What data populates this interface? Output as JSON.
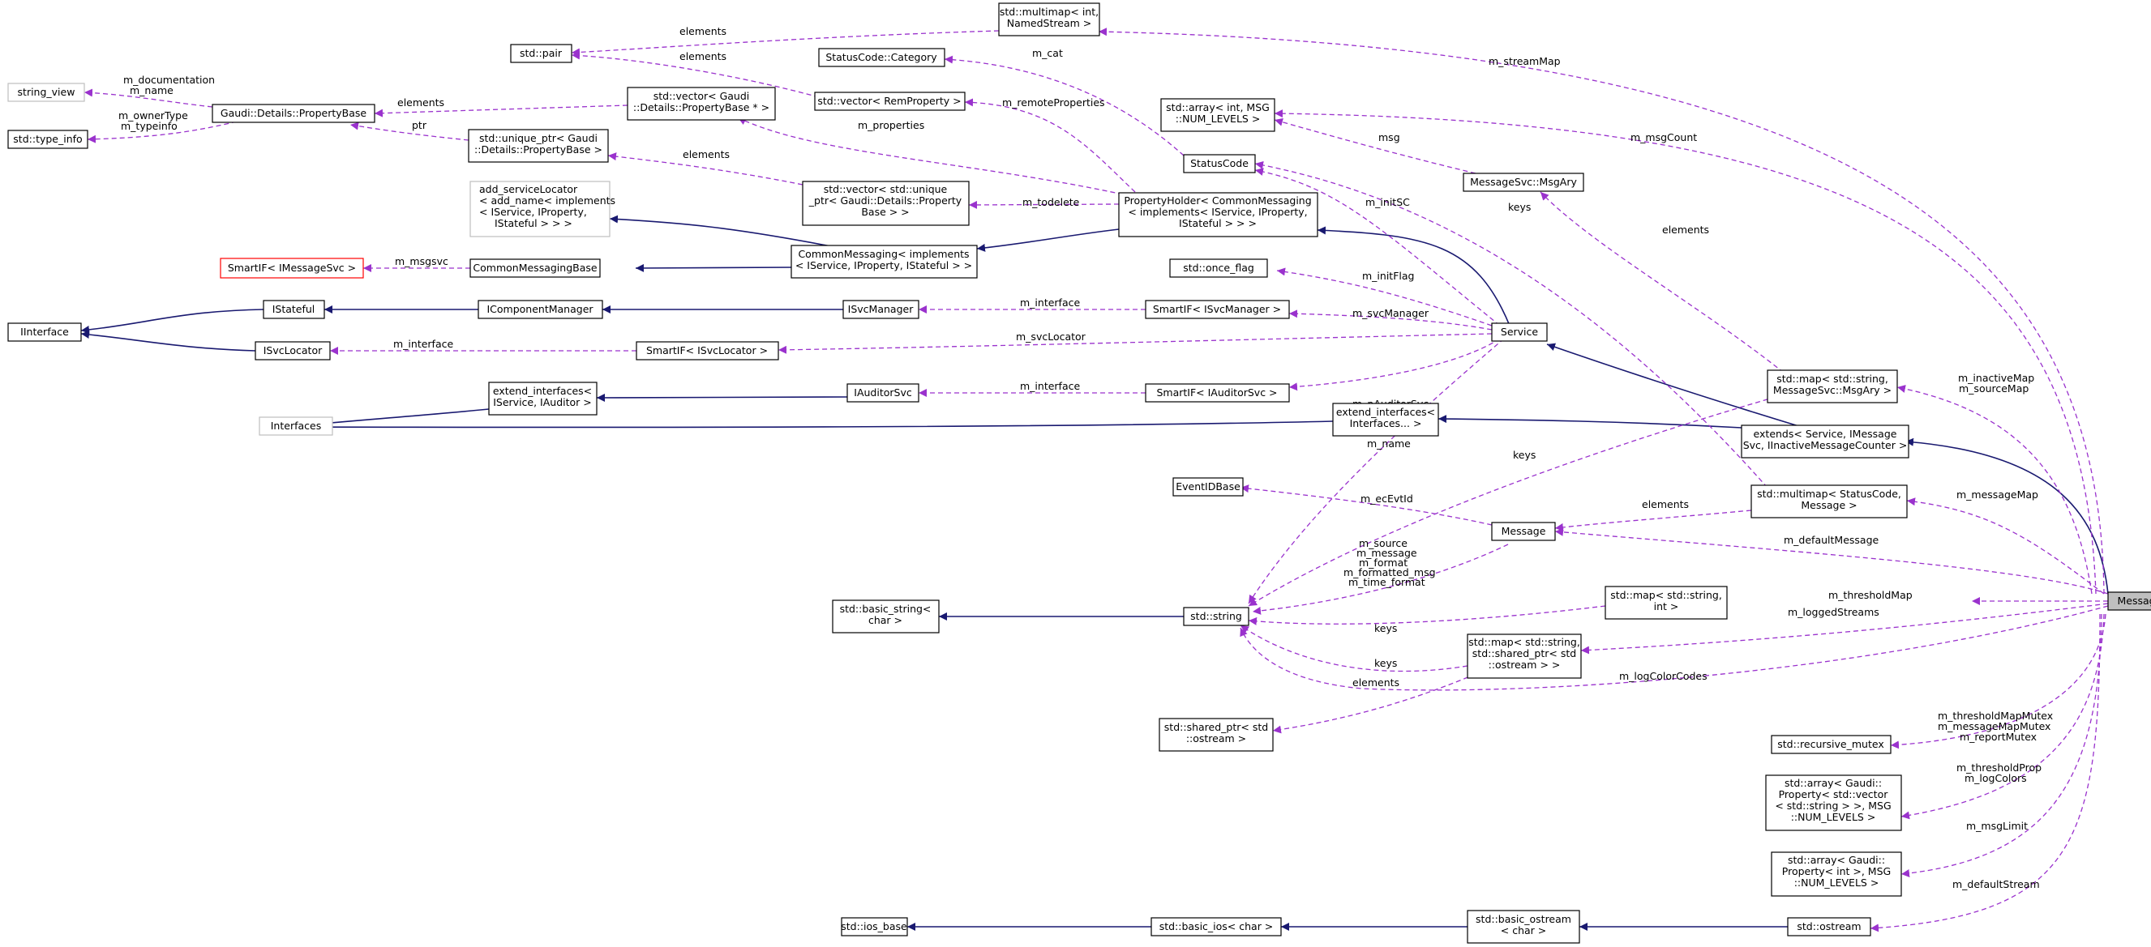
{
  "diagram": {
    "colors": {
      "inheritance": "#191970",
      "usage": "#9a32cd",
      "focus_fill": "#bfbfbf",
      "grey_border": "#bfbfbf",
      "red_border": "#ff0000"
    },
    "nodes": [
      {
        "id": "multimap_named",
        "lines": [
          "std::multimap< int,",
          "NamedStream >"
        ]
      },
      {
        "id": "pair",
        "lines": [
          "std::pair"
        ]
      },
      {
        "id": "statuscode_category",
        "lines": [
          "StatusCode::Category"
        ]
      },
      {
        "id": "string_view",
        "lines": [
          "string_view"
        ]
      },
      {
        "id": "propertybase",
        "lines": [
          "Gaudi::Details::PropertyBase"
        ]
      },
      {
        "id": "vector_propbase",
        "lines": [
          "std::vector< Gaudi",
          "::Details::PropertyBase * >"
        ]
      },
      {
        "id": "vector_remprop",
        "lines": [
          "std::vector< RemProperty >"
        ]
      },
      {
        "id": "array_msg",
        "lines": [
          "std::array< int, MSG",
          "::NUM_LEVELS >"
        ]
      },
      {
        "id": "type_info",
        "lines": [
          "std::type_info"
        ]
      },
      {
        "id": "unique_ptr_prop",
        "lines": [
          "std::unique_ptr< Gaudi",
          "::Details::PropertyBase >"
        ]
      },
      {
        "id": "statuscode",
        "lines": [
          "StatusCode"
        ]
      },
      {
        "id": "msgary",
        "lines": [
          "MessageSvc::MsgAry"
        ]
      },
      {
        "id": "add_servicelocator",
        "lines": [
          "add_serviceLocator",
          "< add_name< implements",
          "< IService, IProperty,",
          "IStateful > > >"
        ]
      },
      {
        "id": "vector_uniqueptr",
        "lines": [
          "std::vector< std::unique",
          "_ptr< Gaudi::Details::Property",
          "Base > >"
        ]
      },
      {
        "id": "propertyholder",
        "lines": [
          "PropertyHolder< CommonMessaging",
          "< implements< IService, IProperty,",
          "IStateful > > >"
        ]
      },
      {
        "id": "smartif_msgsvc",
        "lines": [
          "SmartIF< IMessageSvc >"
        ]
      },
      {
        "id": "commonmessagingbase",
        "lines": [
          "CommonMessagingBase"
        ]
      },
      {
        "id": "commonmessaging",
        "lines": [
          "CommonMessaging< implements",
          "< IService, IProperty, IStateful > >"
        ]
      },
      {
        "id": "once_flag",
        "lines": [
          "std::once_flag"
        ]
      },
      {
        "id": "iinterface",
        "lines": [
          "IInterface"
        ]
      },
      {
        "id": "istateful",
        "lines": [
          "IStateful"
        ]
      },
      {
        "id": "icomponentmanager",
        "lines": [
          "IComponentManager"
        ]
      },
      {
        "id": "isvcmanager",
        "lines": [
          "ISvcManager"
        ]
      },
      {
        "id": "smartif_svcmanager",
        "lines": [
          "SmartIF< ISvcManager >"
        ]
      },
      {
        "id": "isvclocator",
        "lines": [
          "ISvcLocator"
        ]
      },
      {
        "id": "smartif_svclocator",
        "lines": [
          "SmartIF< ISvcLocator >"
        ]
      },
      {
        "id": "service",
        "lines": [
          "Service"
        ]
      },
      {
        "id": "extend_iauditor",
        "lines": [
          "extend_interfaces<",
          "IService, IAuditor >"
        ]
      },
      {
        "id": "iauditorsvc",
        "lines": [
          "IAuditorSvc"
        ]
      },
      {
        "id": "smartif_auditorsvc",
        "lines": [
          "SmartIF< IAuditorSvc >"
        ]
      },
      {
        "id": "map_msgary",
        "lines": [
          "std::map< std::string,",
          "MessageSvc::MsgAry >"
        ]
      },
      {
        "id": "interfaces",
        "lines": [
          "Interfaces"
        ]
      },
      {
        "id": "extend_interfaces",
        "lines": [
          "extend_interfaces<",
          "Interfaces... >"
        ]
      },
      {
        "id": "extends",
        "lines": [
          "extends< Service, IMessage",
          "Svc, IInactiveMessageCounter >"
        ]
      },
      {
        "id": "eventidbase",
        "lines": [
          "EventIDBase"
        ]
      },
      {
        "id": "multimap_status",
        "lines": [
          "std::multimap< StatusCode,",
          "Message >"
        ]
      },
      {
        "id": "message",
        "lines": [
          "Message"
        ]
      },
      {
        "id": "messagesvc",
        "lines": [
          "MessageSvc"
        ]
      },
      {
        "id": "basic_string",
        "lines": [
          "std::basic_string<",
          "char >"
        ]
      },
      {
        "id": "string",
        "lines": [
          "std::string"
        ]
      },
      {
        "id": "map_int",
        "lines": [
          "std::map< std::string,",
          "int >"
        ]
      },
      {
        "id": "map_shared",
        "lines": [
          "std::map< std::string,",
          "std::shared_ptr< std",
          "::ostream > >"
        ]
      },
      {
        "id": "shared_ostream",
        "lines": [
          "std::shared_ptr< std",
          "::ostream >"
        ]
      },
      {
        "id": "recursive_mutex",
        "lines": [
          "std::recursive_mutex"
        ]
      },
      {
        "id": "array_prop_vec",
        "lines": [
          "std::array< Gaudi::",
          "Property< std::vector",
          "< std::string > >, MSG",
          "::NUM_LEVELS >"
        ]
      },
      {
        "id": "array_prop_int",
        "lines": [
          "std::array< Gaudi::",
          "Property< int >, MSG",
          "::NUM_LEVELS >"
        ]
      },
      {
        "id": "ios_base",
        "lines": [
          "std::ios_base"
        ]
      },
      {
        "id": "basic_ios",
        "lines": [
          "std::basic_ios< char >"
        ]
      },
      {
        "id": "basic_ostream",
        "lines": [
          "std::basic_ostream",
          "< char >"
        ]
      },
      {
        "id": "ostream",
        "lines": [
          "std::ostream"
        ]
      }
    ],
    "edge_labels": [
      {
        "id": "l_streammap",
        "lines": [
          "m_streamMap"
        ]
      },
      {
        "id": "l_elements1",
        "lines": [
          "elements"
        ]
      },
      {
        "id": "l_elements2",
        "lines": [
          "elements"
        ]
      },
      {
        "id": "l_mcat",
        "lines": [
          "m_cat"
        ]
      },
      {
        "id": "l_docname",
        "lines": [
          "m_documentation",
          "m_name"
        ]
      },
      {
        "id": "l_elements3",
        "lines": [
          "elements"
        ]
      },
      {
        "id": "l_remoteprops",
        "lines": [
          "m_remoteProperties"
        ]
      },
      {
        "id": "l_ownertype",
        "lines": [
          "m_ownerType",
          "m_typeinfo"
        ]
      },
      {
        "id": "l_ptr",
        "lines": [
          "ptr"
        ]
      },
      {
        "id": "l_properties",
        "lines": [
          "m_properties"
        ]
      },
      {
        "id": "l_msgcount",
        "lines": [
          "m_msgCount"
        ]
      },
      {
        "id": "l_msg",
        "lines": [
          "msg"
        ]
      },
      {
        "id": "l_elements4",
        "lines": [
          "elements"
        ]
      },
      {
        "id": "l_initsc",
        "lines": [
          "m_initSC"
        ]
      },
      {
        "id": "l_todelete",
        "lines": [
          "m_todelete"
        ]
      },
      {
        "id": "l_keys1",
        "lines": [
          "keys"
        ]
      },
      {
        "id": "l_elements5",
        "lines": [
          "elements"
        ]
      },
      {
        "id": "l_msgsvc",
        "lines": [
          "m_msgsvc"
        ]
      },
      {
        "id": "l_initflag",
        "lines": [
          "m_initFlag"
        ]
      },
      {
        "id": "l_interface1",
        "lines": [
          "m_interface"
        ]
      },
      {
        "id": "l_svcmanager",
        "lines": [
          "m_svcManager"
        ]
      },
      {
        "id": "l_interface2",
        "lines": [
          "m_interface"
        ]
      },
      {
        "id": "l_svclocator",
        "lines": [
          "m_svcLocator"
        ]
      },
      {
        "id": "l_interface3",
        "lines": [
          "m_interface"
        ]
      },
      {
        "id": "l_pauditorsvc",
        "lines": [
          "m_pAuditorSvc"
        ]
      },
      {
        "id": "l_inactivemap",
        "lines": [
          "m_inactiveMap",
          "m_sourceMap"
        ]
      },
      {
        "id": "l_mname",
        "lines": [
          "m_name"
        ]
      },
      {
        "id": "l_keys2",
        "lines": [
          "keys"
        ]
      },
      {
        "id": "l_ecevtid",
        "lines": [
          "m_ecEvtId"
        ]
      },
      {
        "id": "l_elements6",
        "lines": [
          "elements"
        ]
      },
      {
        "id": "l_messagemap",
        "lines": [
          "m_messageMap"
        ]
      },
      {
        "id": "l_defaultmessage",
        "lines": [
          "m_defaultMessage"
        ]
      },
      {
        "id": "l_msgfields",
        "lines": [
          "m_source",
          "m_message",
          "m_format",
          "m_formatted_msg",
          "m_time_format"
        ]
      },
      {
        "id": "l_thresholdmap",
        "lines": [
          "m_thresholdMap"
        ]
      },
      {
        "id": "l_keys3",
        "lines": [
          "keys"
        ]
      },
      {
        "id": "l_loggedstreams",
        "lines": [
          "m_loggedStreams"
        ]
      },
      {
        "id": "l_keys4",
        "lines": [
          "keys"
        ]
      },
      {
        "id": "l_logcolorcodes",
        "lines": [
          "m_logColorCodes"
        ]
      },
      {
        "id": "l_elements7",
        "lines": [
          "elements"
        ]
      },
      {
        "id": "l_mutexes",
        "lines": [
          "m_thresholdMapMutex",
          "m_messageMapMutex",
          "m_reportMutex"
        ]
      },
      {
        "id": "l_thresholdprop",
        "lines": [
          "m_thresholdProp",
          "m_logColors"
        ]
      },
      {
        "id": "l_msglimit",
        "lines": [
          "m_msgLimit"
        ]
      },
      {
        "id": "l_defaultstream",
        "lines": [
          "m_defaultStream"
        ]
      }
    ]
  }
}
